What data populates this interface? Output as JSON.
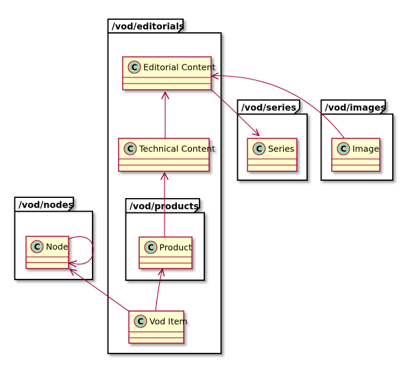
{
  "diagram": {
    "type": "uml-class-diagram",
    "packages": {
      "editorials": {
        "label": "/vod/editorials"
      },
      "series": {
        "label": "/vod/series"
      },
      "images": {
        "label": "/vod/images"
      },
      "nodes": {
        "label": "/vod/nodes"
      },
      "products": {
        "label": "/vod/products"
      }
    },
    "classes": {
      "editorial_content": {
        "name": "Editorial Content",
        "stereotype": "C"
      },
      "technical_content": {
        "name": "Technical Content",
        "stereotype": "C"
      },
      "series": {
        "name": "Series",
        "stereotype": "C"
      },
      "image": {
        "name": "Image",
        "stereotype": "C"
      },
      "node": {
        "name": "Node",
        "stereotype": "C"
      },
      "product": {
        "name": "Product",
        "stereotype": "C"
      },
      "vod_item": {
        "name": "Vod Item",
        "stereotype": "C"
      }
    },
    "relationships": [
      {
        "from": "Technical Content",
        "to": "Editorial Content"
      },
      {
        "from": "Product",
        "to": "Technical Content"
      },
      {
        "from": "Editorial Content",
        "to": "Series"
      },
      {
        "from": "Image",
        "to": "Editorial Content"
      },
      {
        "from": "Vod Item",
        "to": "Node"
      },
      {
        "from": "Vod Item",
        "to": "Product"
      },
      {
        "from": "Node",
        "to": "Node"
      }
    ],
    "colors": {
      "class_fill": "#FEFECE",
      "class_border": "#A80036",
      "edge": "#A80036",
      "package_border": "#000000",
      "package_fill": "#FFFFFF",
      "stereotype_circle_fill": "#ADD1B2",
      "background": "#FFFFFF",
      "text": "#000000"
    }
  }
}
